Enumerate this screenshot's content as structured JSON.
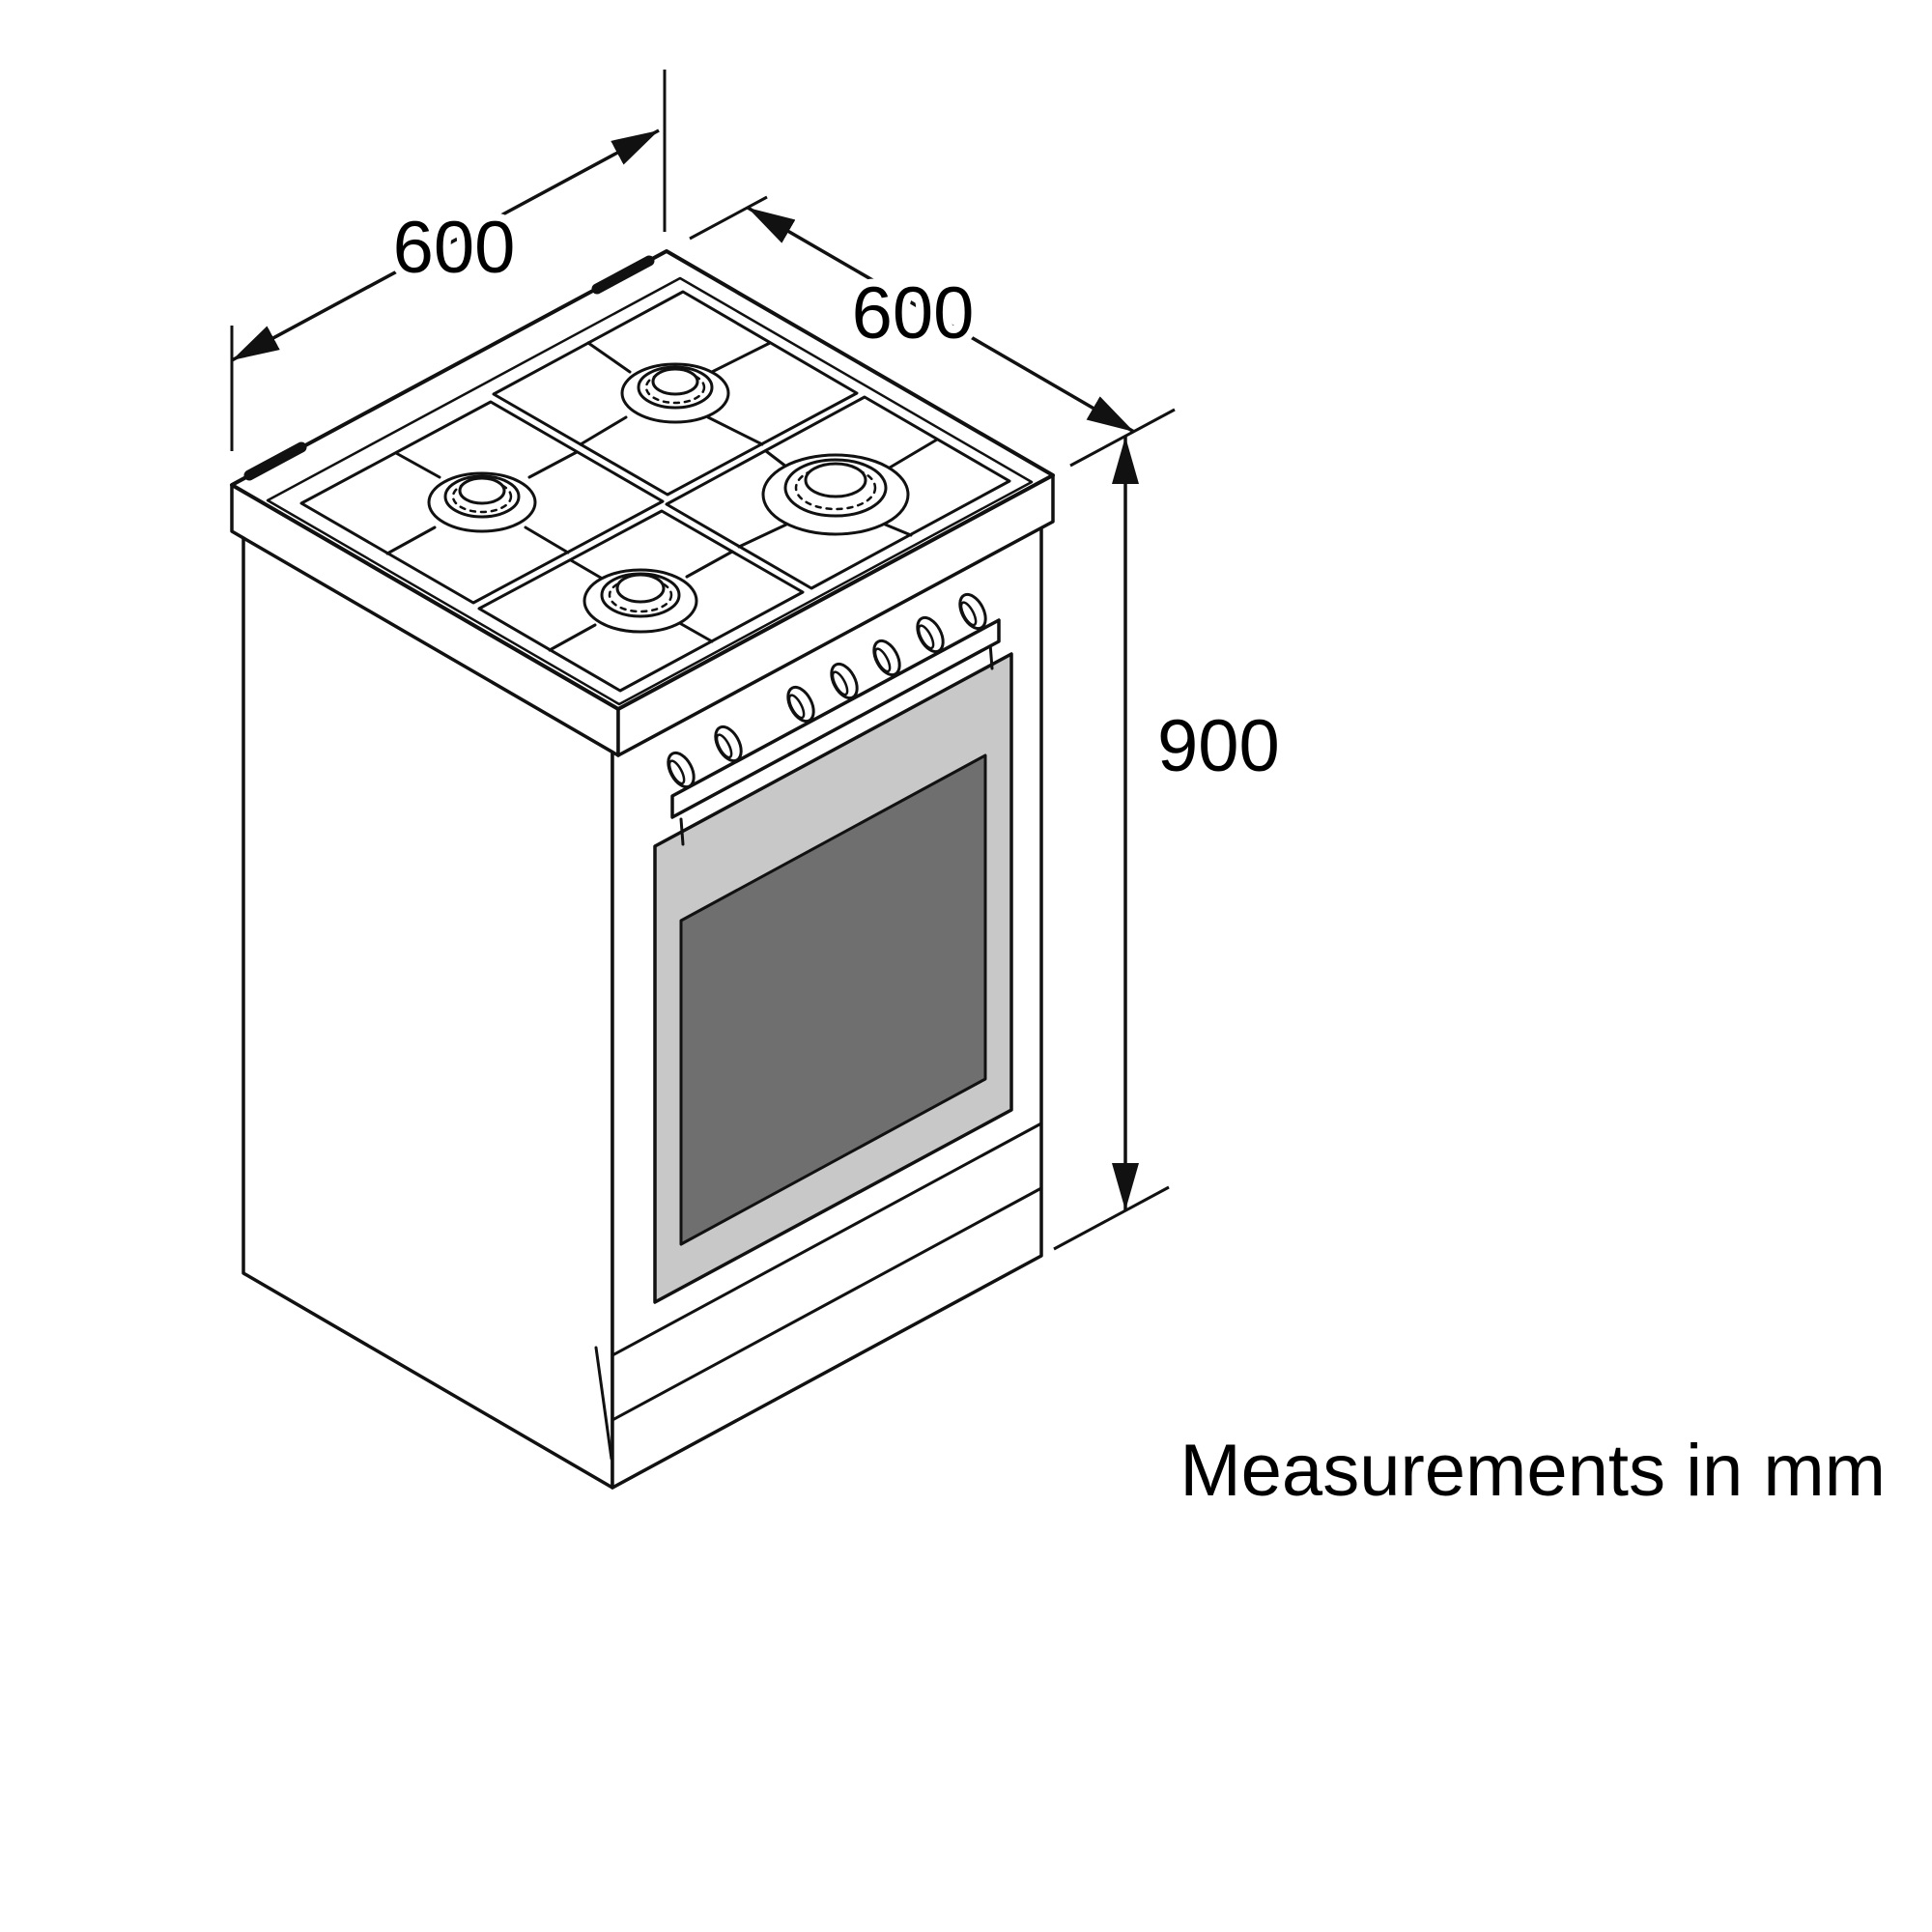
{
  "figure": {
    "type": "isometric-dimension-diagram",
    "subject": "freestanding-gas-range-cooker-4-burners",
    "labels": {
      "depth": "600",
      "width": "600",
      "height": "900",
      "note": "Measurements in mm"
    },
    "colors": {
      "line": "#111111",
      "door_panel": "#c8c8c8",
      "door_glass": "#6f6f6f",
      "background": "#ffffff"
    }
  }
}
